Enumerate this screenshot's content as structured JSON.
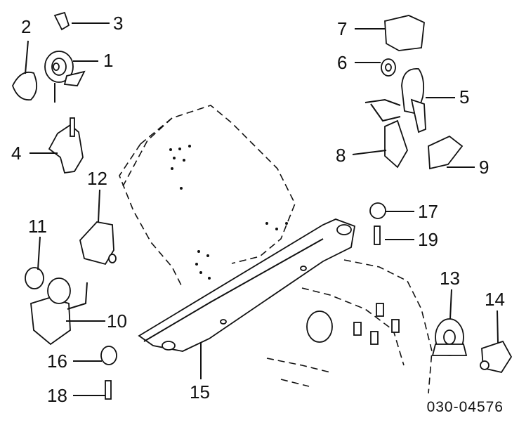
{
  "callouts": [
    {
      "label": "1"
    },
    {
      "label": "2"
    },
    {
      "label": "3"
    },
    {
      "label": "4"
    },
    {
      "label": "5"
    },
    {
      "label": "6"
    },
    {
      "label": "7"
    },
    {
      "label": "8"
    },
    {
      "label": "9"
    },
    {
      "label": "10"
    },
    {
      "label": "11"
    },
    {
      "label": "12"
    },
    {
      "label": "13"
    },
    {
      "label": "14"
    },
    {
      "label": "15"
    },
    {
      "label": "16"
    },
    {
      "label": "17"
    },
    {
      "label": "18"
    },
    {
      "label": "19"
    }
  ],
  "diagram_code": "030-04576"
}
